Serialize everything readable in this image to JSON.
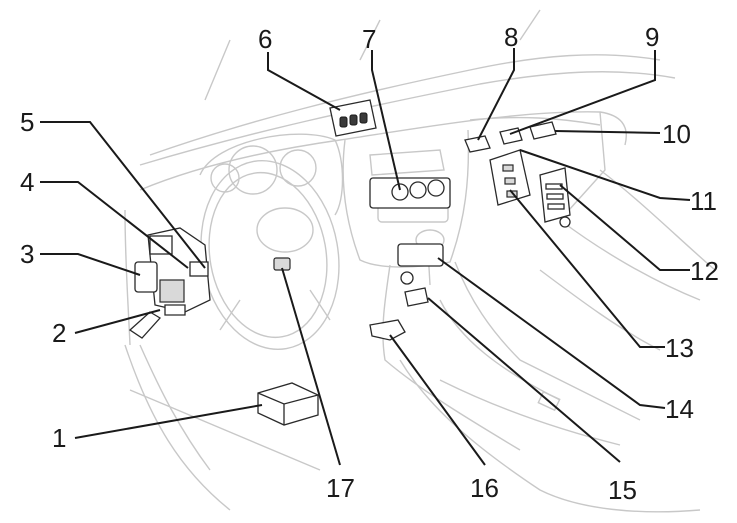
{
  "labels": [
    "1",
    "2",
    "3",
    "4",
    "5",
    "6",
    "7",
    "8",
    "9",
    "10",
    "11",
    "12",
    "13",
    "14",
    "15",
    "16",
    "17"
  ],
  "colors": {
    "outline": "#c8c8c8",
    "ink": "#1a1a1a",
    "part_fill": "#d9d9d9"
  }
}
